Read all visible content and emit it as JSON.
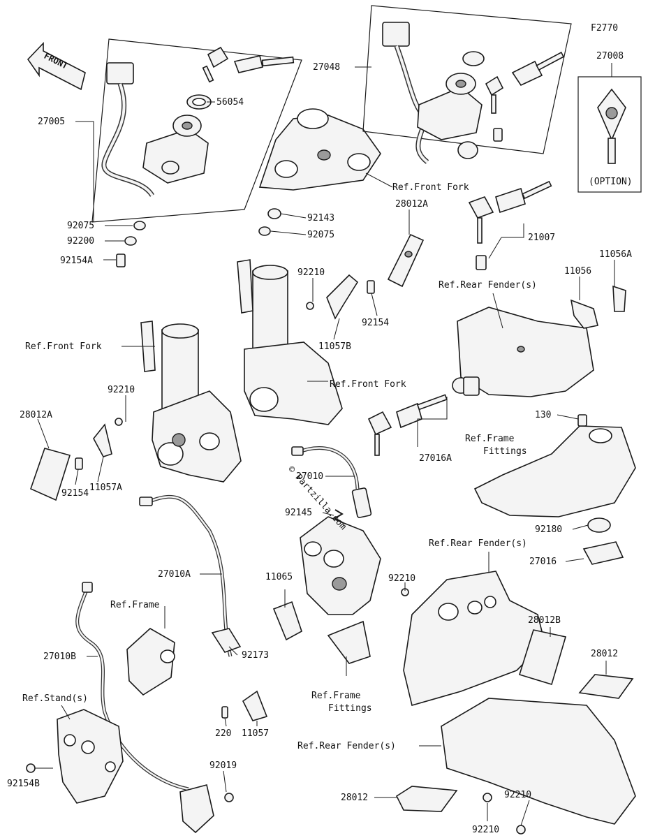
{
  "figure_code": "F2770",
  "front_label": "FRONT",
  "watermark": "© Partzilla.com",
  "option_label": "(OPTION)",
  "callouts": {
    "p27005": "27005",
    "p56054": "56054",
    "p92075a": "92075",
    "p92200": "92200",
    "p92154a": "92154A",
    "p92143": "92143",
    "p92075b": "92075",
    "p27048": "27048",
    "p27008": "27008",
    "p21007": "21007",
    "p28012a_top": "28012A",
    "p92210_top": "92210",
    "p92154_mid": "92154",
    "p11057b": "11057B",
    "p11056": "11056",
    "p11056a": "11056A",
    "p92210_left": "92210",
    "p28012a_left": "28012A",
    "p92154_left": "92154",
    "p11057a": "11057A",
    "p27016a": "27016A",
    "p130": "130",
    "p27010": "27010",
    "p92145": "92145",
    "p92180": "92180",
    "p27016": "27016",
    "p27010a": "27010A",
    "p11065": "11065",
    "p92210_right": "92210",
    "p28012b": "28012B",
    "p28012_right": "28012",
    "p92173": "92173",
    "p27010b": "27010B",
    "p220": "220",
    "p11057": "11057",
    "p92019": "92019",
    "p92154b": "92154B",
    "p28012_bottom": "28012",
    "p92210_bottom_a": "92210",
    "p92210_bottom_b": "92210"
  },
  "references": {
    "ref_front_fork_top": "Ref.Front Fork",
    "ref_rear_fender_top": "Ref.Rear Fender(s)",
    "ref_front_fork_left": "Ref.Front Fork",
    "ref_front_fork_mid": "Ref.Front Fork",
    "ref_frame_fittings_right_1": "Ref.Frame",
    "ref_frame_fittings_right_2": "Fittings",
    "ref_rear_fender_mid": "Ref.Rear Fender(s)",
    "ref_frame": "Ref.Frame",
    "ref_frame_fittings_low_1": "Ref.Frame",
    "ref_frame_fittings_low_2": "Fittings",
    "ref_stand": "Ref.Stand(s)",
    "ref_rear_fender_bottom": "Ref.Rear Fender(s)"
  }
}
